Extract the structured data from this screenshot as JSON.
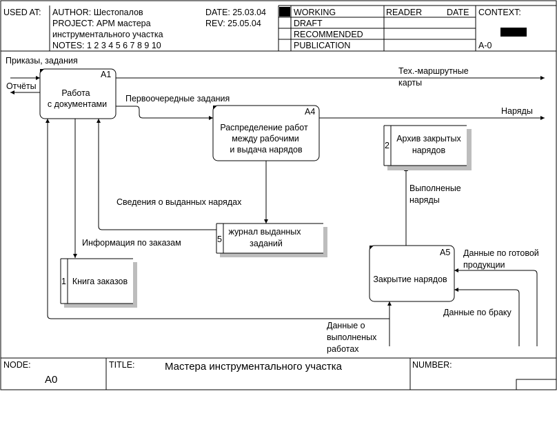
{
  "header": {
    "used_at": "USED AT:",
    "author": "AUTHOR:  Шестопалов",
    "project": "PROJECT:  АРМ мастера",
    "project_line2": "инструментального  участка",
    "notes": "NOTES:  1  2  3  4  5  6  7  8  9  10",
    "date": "DATE:   25.03.04",
    "rev": "REV:     25.05.04",
    "status": [
      "WORKING",
      "DRAFT",
      "RECOMMENDED",
      "PUBLICATION"
    ],
    "reader": "READER",
    "reader_date": "DATE",
    "context": "CONTEXT:",
    "context_node": "A-0"
  },
  "boxes": {
    "a1": {
      "id": "A1",
      "line1": "Работа",
      "line2": "с документами"
    },
    "a4": {
      "id": "A4",
      "line1": "Распределение работ",
      "line2": "между рабочими",
      "line3": "и выдача нарядов"
    },
    "a5": {
      "id": "A5",
      "line1": "Закрытие нарядов"
    }
  },
  "stores": {
    "s1": {
      "num": "1",
      "line1": "Книга заказов"
    },
    "s2": {
      "num": "2",
      "line1": "Архив закрытых",
      "line2": "нарядов"
    },
    "s5": {
      "num": "5",
      "line1": "журнал выданных",
      "line2": "заданий"
    }
  },
  "arrows": {
    "orders_in": "Приказы, задания",
    "reports_out": "Отчёты",
    "tech_maps_1": "Тех.-маршрутные",
    "tech_maps_2": "карты",
    "priority_tasks": "Первоочередные задания",
    "work_orders": "Наряды",
    "issued_info": "Сведения о выданных нарядах",
    "order_info": "Информация по заказам",
    "completed_1": "Выполненые",
    "completed_2": "наряды",
    "finished_goods_1": "Данные по готовой",
    "finished_goods_2": "продукции",
    "defects": "Данные по браку",
    "completed_work_1": "Данные о",
    "completed_work_2": "выполненых",
    "completed_work_3": "работах"
  },
  "footer": {
    "node_label": "NODE:",
    "node_value": "A0",
    "title_label": "TITLE:",
    "title_value": "Мастера  инструментального участка",
    "number_label": "NUMBER:"
  }
}
